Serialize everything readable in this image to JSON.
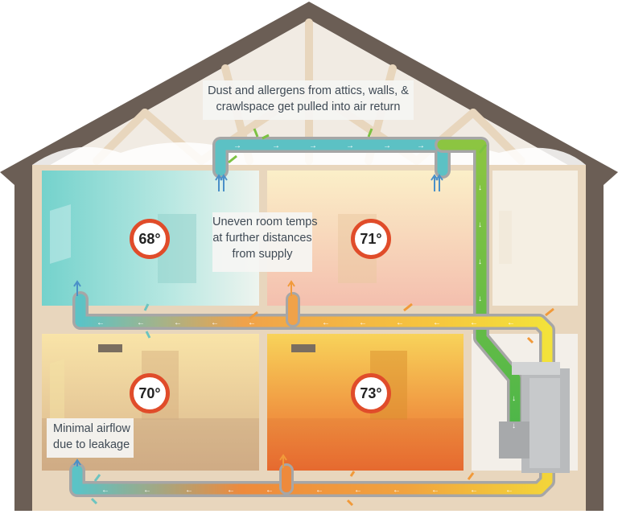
{
  "callouts": {
    "dust": [
      "Dust and allergens from attics, walls, &",
      "crawlspace get pulled into air return"
    ],
    "uneven": [
      "Uneven room temps",
      "at further distances",
      "from supply"
    ],
    "leak": [
      "Minimal airflow",
      "due to leakage"
    ]
  },
  "rooms": {
    "upper_left": {
      "temp": "68°"
    },
    "upper_middle": {
      "temp": "71°"
    },
    "lower_left": {
      "temp": "70°"
    },
    "lower_middle": {
      "temp": "73°"
    }
  },
  "colors": {
    "cool": "#7fd3cf",
    "warm": "#f5b64a",
    "hot": "#ef7a2e",
    "return_duct": "#5cc1c4",
    "supply_duct_start": "#7cc242",
    "gauge_ring": "#e04c2a",
    "house_frame": "#e8d6bd",
    "siding": "#6b5e55"
  }
}
